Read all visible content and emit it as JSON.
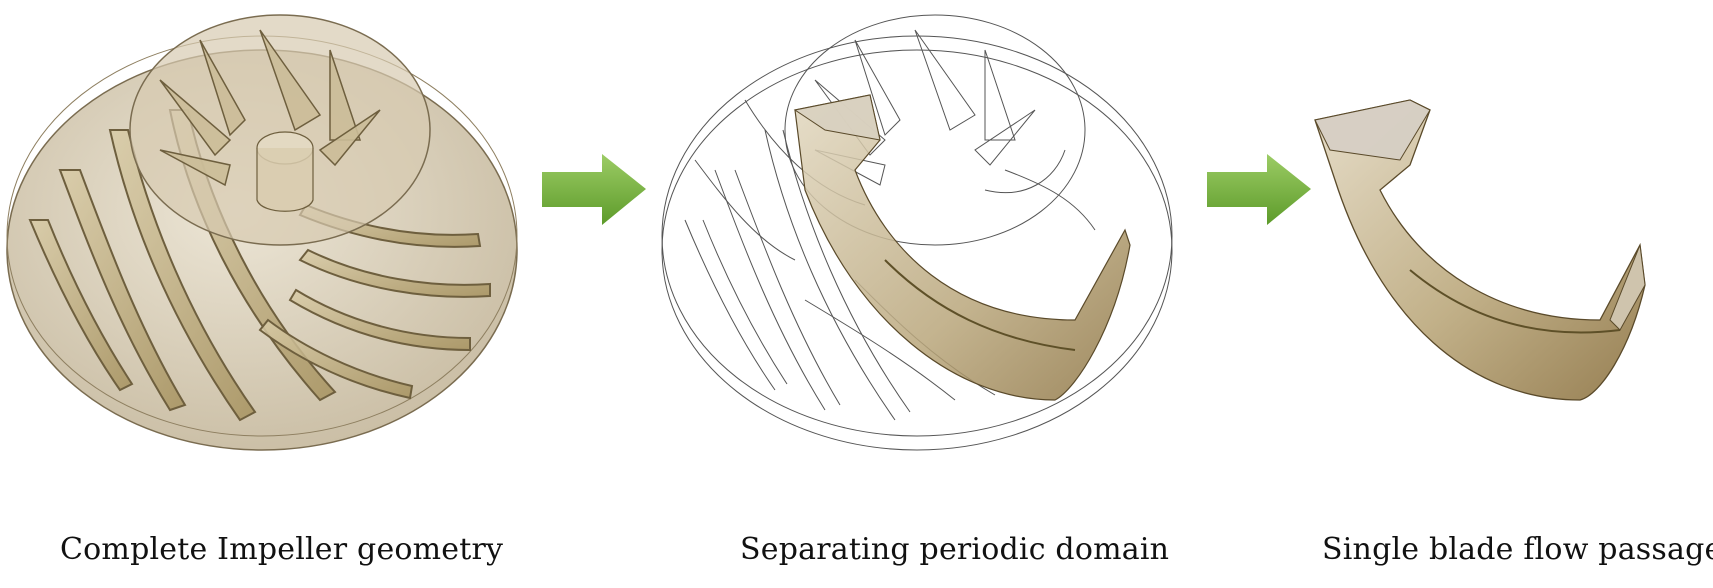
{
  "colors": {
    "arrow": "#7cb342",
    "arrow_dark": "#4f8a1f",
    "geometry_fill": "#c7b89a",
    "geometry_shade": "#9e8a5e",
    "outline": "#3a3a3a"
  },
  "captions": {
    "complete": "Complete Impeller geometry",
    "periodic": "Separating periodic domain",
    "single": "Single blade flow passage"
  }
}
